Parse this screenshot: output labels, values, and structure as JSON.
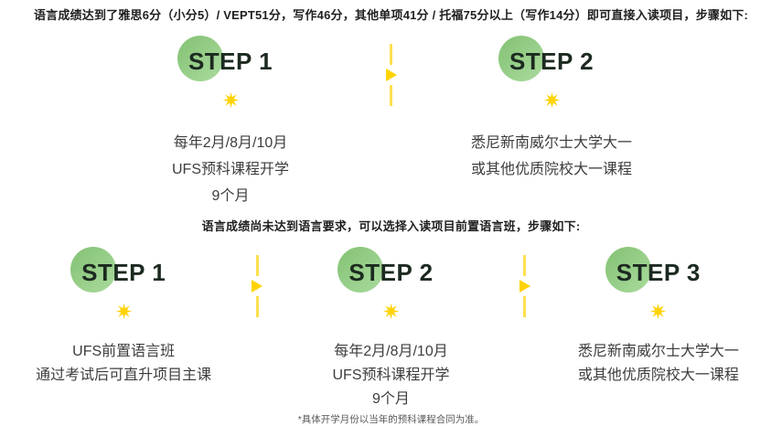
{
  "colors": {
    "yellow": "#ffd306",
    "yellow-line": "#ffdf4f",
    "green-dark": "#83c173",
    "green-light": "#aadb9e",
    "step-text": "#1c2a20",
    "header-text": "#1f1f1f",
    "body-text": "#3d3d3d",
    "footnote-text": "#5a5a5a"
  },
  "direct_section": {
    "header": "语言成绩达到了雅思6分（小分5）/ VEPT51分，写作46分，其他单项41分 / 托福75分以上（写作14分）即可直接入读项目，步骤如下:",
    "steps": [
      {
        "label": "STEP 1",
        "lines": [
          "每年2月/8月/10月",
          "UFS预科课程开学",
          "9个月"
        ]
      },
      {
        "label": "STEP 2",
        "lines": [
          "悉尼新南威尔士大学大一",
          "或其他优质院校大一课程"
        ]
      }
    ]
  },
  "language_section": {
    "header": "语言成绩尚未达到语言要求，可以选择入读项目前置语言班，步骤如下:",
    "steps": [
      {
        "label": "STEP 1",
        "lines": [
          "UFS前置语言班",
          "通过考试后可直升项目主课"
        ]
      },
      {
        "label": "STEP 2",
        "lines": [
          "每年2月/8月/10月",
          "UFS预科课程开学",
          "9个月"
        ]
      },
      {
        "label": "STEP 3",
        "lines": [
          "悉尼新南威尔士大学大一",
          "或其他优质院校大一课程"
        ]
      }
    ]
  },
  "footnote": "*具体开学月份以当年的预科课程合同为准。"
}
